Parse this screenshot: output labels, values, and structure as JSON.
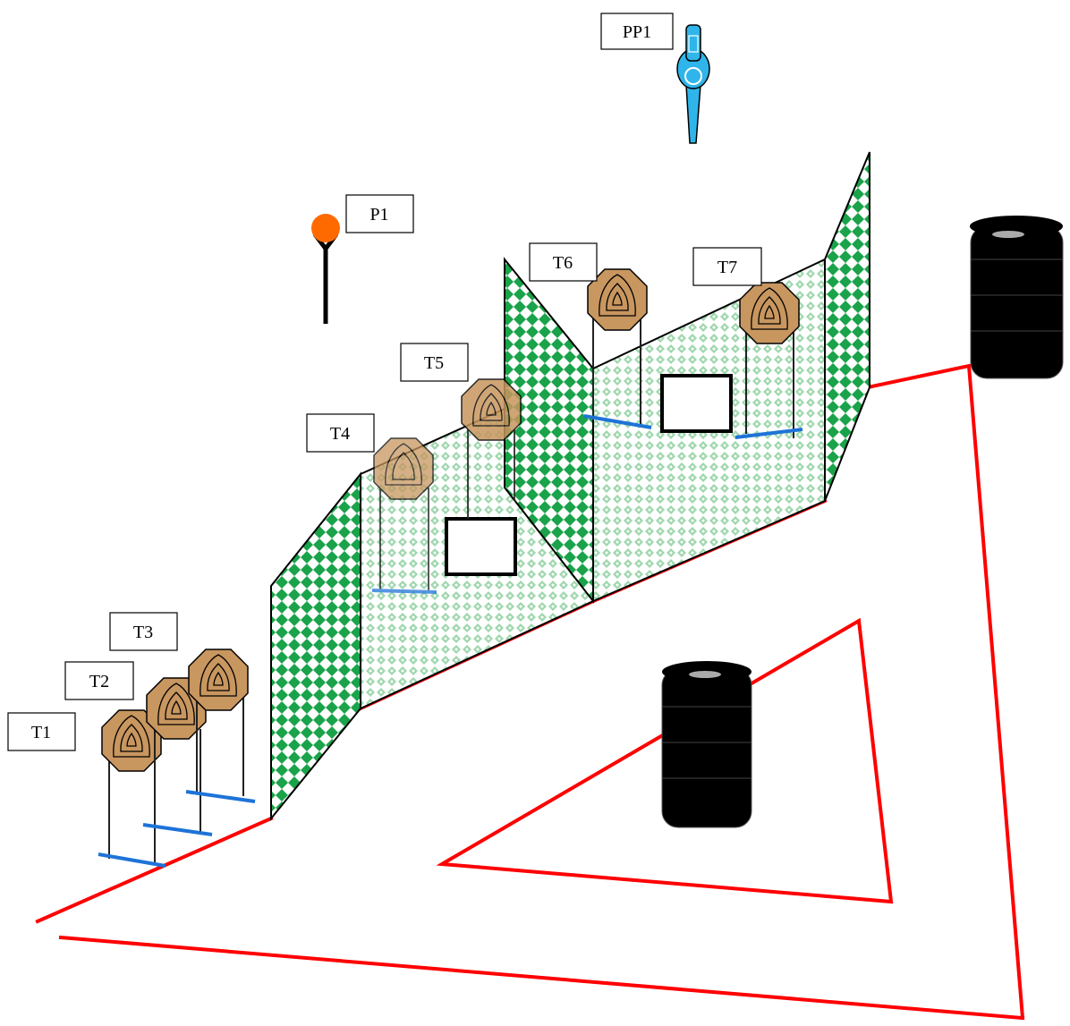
{
  "labels": {
    "pp1": "PP1",
    "p1": "P1",
    "t1": "T1",
    "t2": "T2",
    "t3": "T3",
    "t4": "T4",
    "t5": "T5",
    "t6": "T6",
    "t7": "T7"
  },
  "colors": {
    "fault_line": "#ff0000",
    "wall_green": "#1aa34a",
    "target_plate": "#c8965f",
    "popper": "#ff6a00",
    "pepper_popper": "#2fb5ea",
    "tire": "#000000"
  },
  "icons": {
    "target": "steel-plate-target-icon",
    "popper": "popper-icon",
    "pepper_popper": "pepper-popper-icon",
    "barrel": "tire-stack-icon"
  }
}
